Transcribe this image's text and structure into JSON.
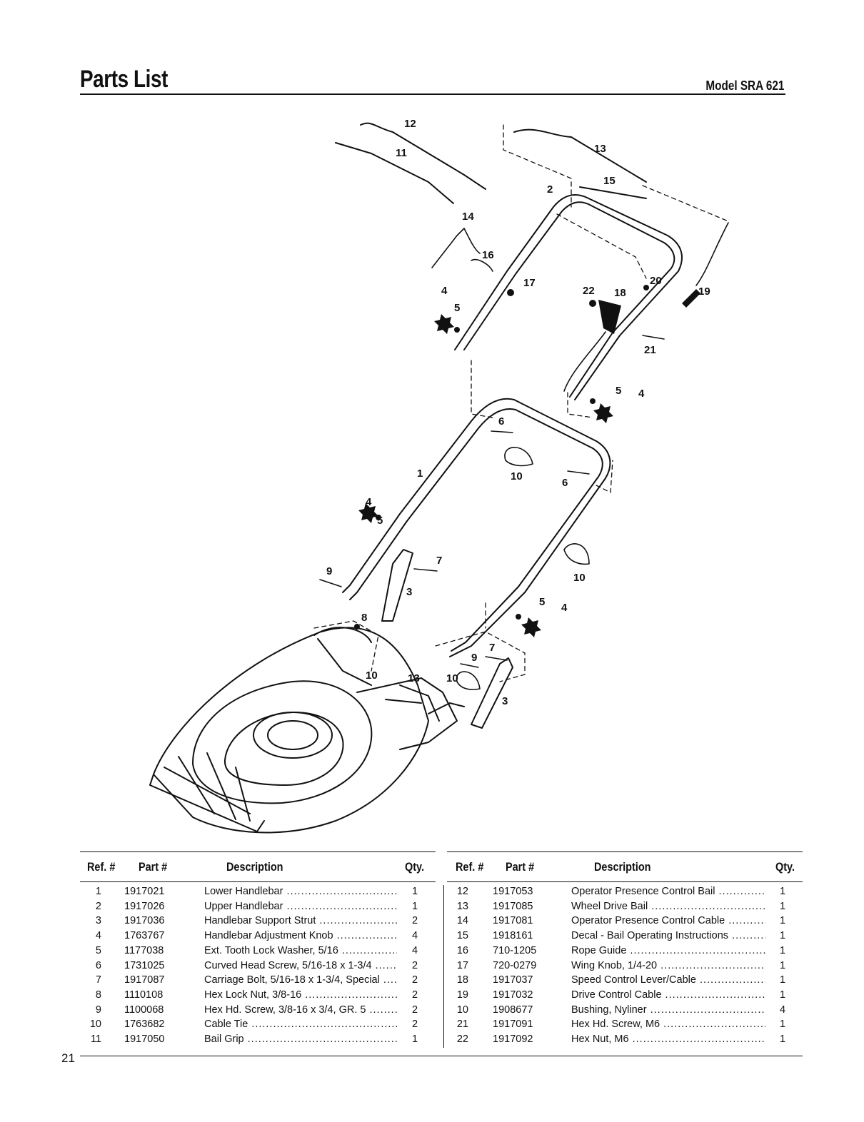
{
  "header": {
    "title": "Parts List",
    "model": "Model SRA 621"
  },
  "diagram": {
    "callouts": [
      "1",
      "2",
      "3",
      "4",
      "5",
      "6",
      "7",
      "8",
      "9",
      "10",
      "11",
      "12",
      "13",
      "14",
      "15",
      "16",
      "17",
      "18",
      "19",
      "20",
      "21",
      "22"
    ]
  },
  "table": {
    "headers": {
      "ref": "Ref. #",
      "part": "Part #",
      "description": "Description",
      "qty": "Qty."
    },
    "left": [
      {
        "ref": "1",
        "part": "1917021",
        "description": "Lower Handlebar",
        "qty": "1"
      },
      {
        "ref": "2",
        "part": "1917026",
        "description": "Upper Handlebar",
        "qty": "1"
      },
      {
        "ref": "3",
        "part": "1917036",
        "description": "Handlebar Support Strut",
        "qty": "2"
      },
      {
        "ref": "4",
        "part": "1763767",
        "description": "Handlebar Adjustment Knob",
        "qty": "4"
      },
      {
        "ref": "5",
        "part": "1177038",
        "description": "Ext. Tooth Lock Washer, 5/16",
        "qty": "4"
      },
      {
        "ref": "6",
        "part": "1731025",
        "description": "Curved Head Screw, 5/16-18 x 1-3/4",
        "qty": "2"
      },
      {
        "ref": "7",
        "part": "1917087",
        "description": "Carriage Bolt, 5/16-18 x 1-3/4, Special",
        "qty": "2"
      },
      {
        "ref": "8",
        "part": "1110108",
        "description": "Hex Lock Nut, 3/8-16",
        "qty": "2"
      },
      {
        "ref": "9",
        "part": "1100068",
        "description": "Hex Hd. Screw, 3/8-16 x 3/4, GR. 5",
        "qty": "2"
      },
      {
        "ref": "10",
        "part": "1763682",
        "description": "Cable Tie",
        "qty": "2"
      },
      {
        "ref": "11",
        "part": "1917050",
        "description": "Bail Grip",
        "qty": "1"
      }
    ],
    "right": [
      {
        "ref": "12",
        "part": "1917053",
        "description": "Operator Presence Control Bail",
        "qty": "1"
      },
      {
        "ref": "13",
        "part": "1917085",
        "description": "Wheel Drive Bail",
        "qty": "1"
      },
      {
        "ref": "14",
        "part": "1917081",
        "description": "Operator Presence Control Cable",
        "qty": "1"
      },
      {
        "ref": "15",
        "part": "1918161",
        "description": "Decal - Bail Operating Instructions",
        "qty": "1"
      },
      {
        "ref": "16",
        "part": "710-1205",
        "description": "Rope Guide",
        "qty": "1"
      },
      {
        "ref": "17",
        "part": "720-0279",
        "description": "Wing Knob, 1/4-20",
        "qty": "1"
      },
      {
        "ref": "18",
        "part": "1917037",
        "description": "Speed Control Lever/Cable",
        "qty": "1"
      },
      {
        "ref": "19",
        "part": "1917032",
        "description": "Drive Control Cable",
        "qty": "1"
      },
      {
        "ref": "10",
        "part": "1908677",
        "description": "Bushing, Nyliner",
        "qty": "4"
      },
      {
        "ref": "21",
        "part": "1917091",
        "description": "Hex Hd. Screw, M6",
        "qty": "1"
      },
      {
        "ref": "22",
        "part": "1917092",
        "description": "Hex Nut, M6",
        "qty": "1"
      }
    ]
  },
  "footer": {
    "page_number": "21"
  }
}
